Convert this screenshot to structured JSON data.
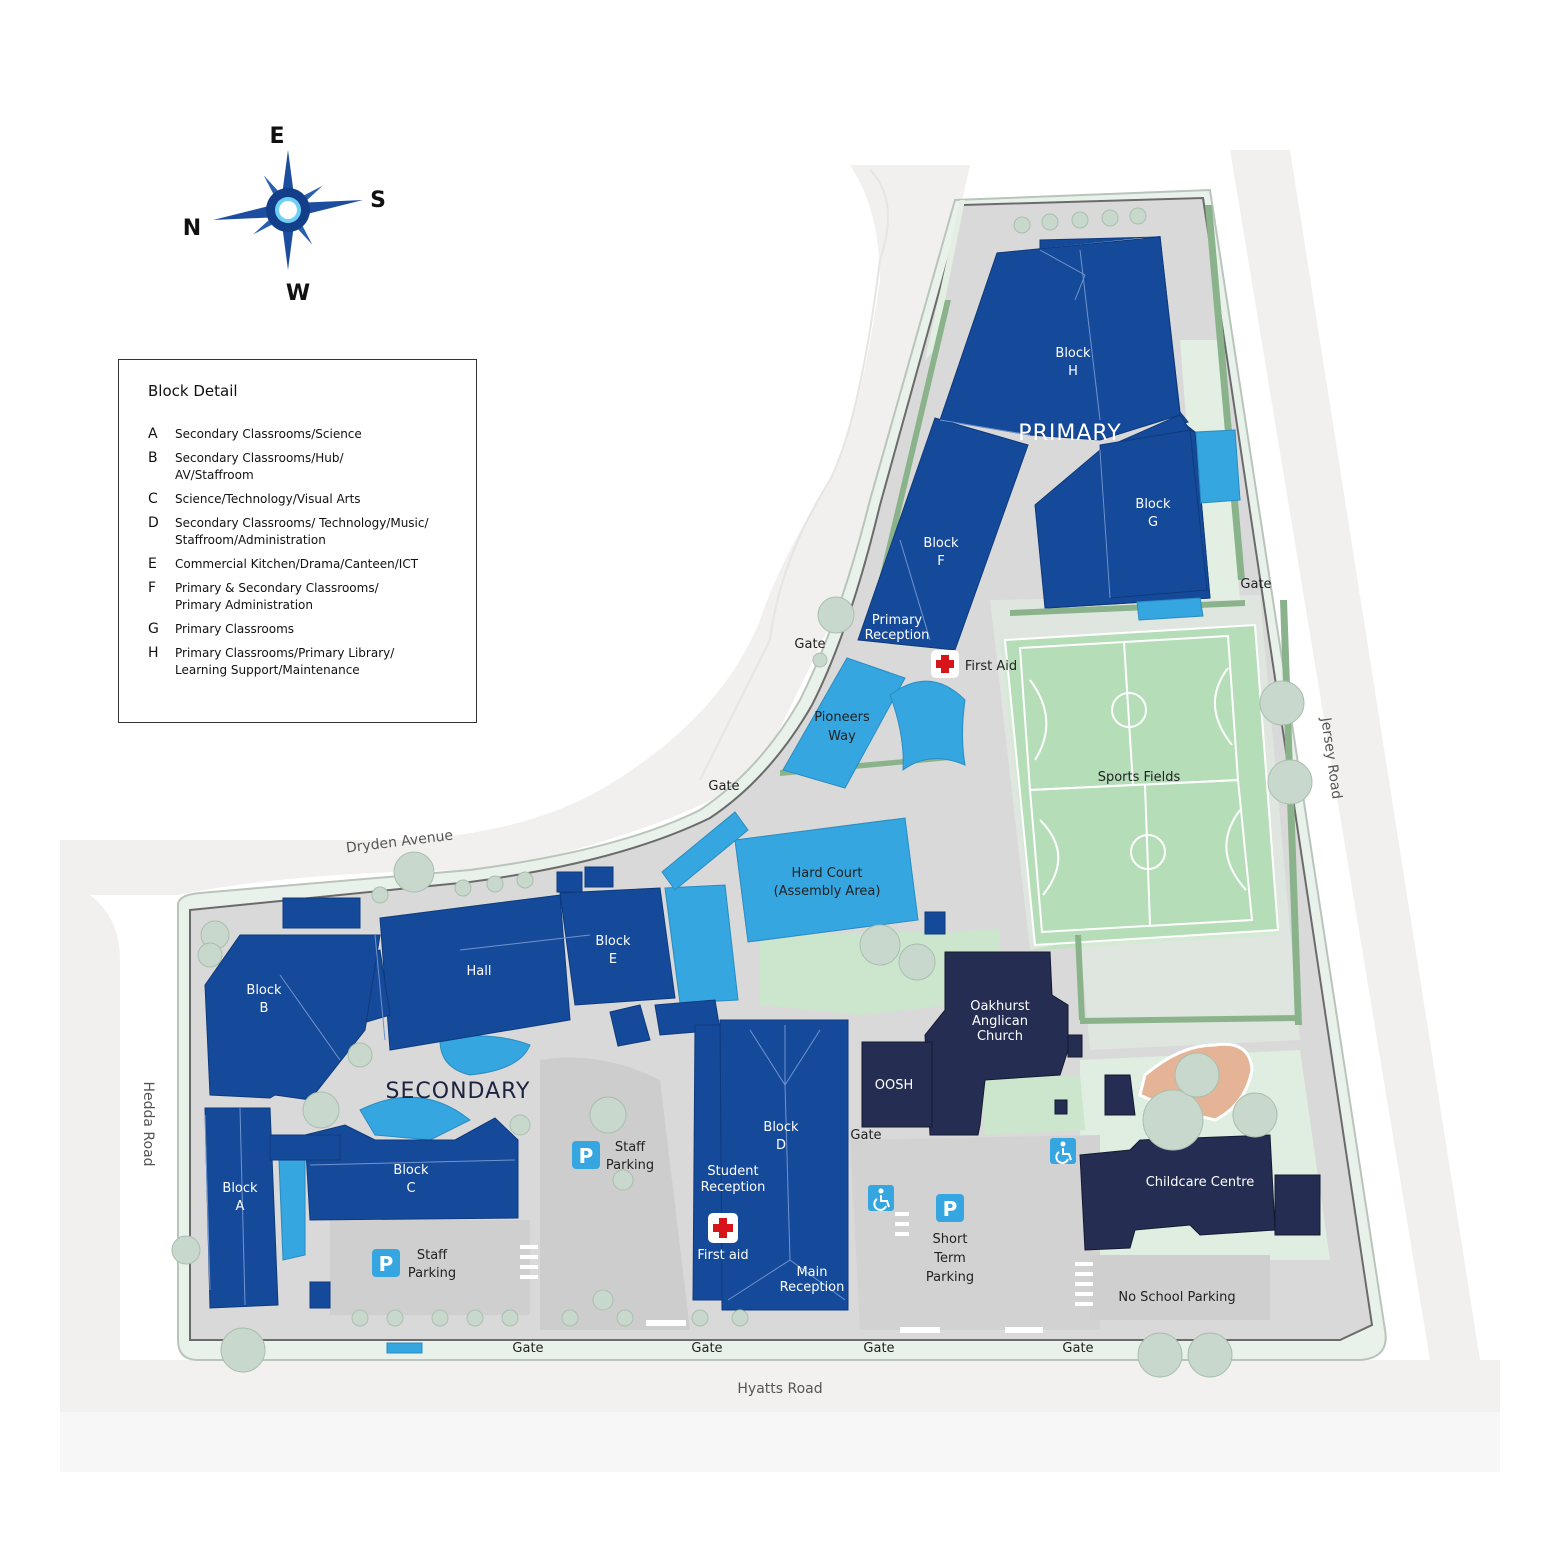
{
  "compass": {
    "north": "N",
    "east": "E",
    "south": "S",
    "west": "W"
  },
  "legend": {
    "title": "Block Detail",
    "items": [
      {
        "key": "A",
        "desc": "Secondary Classrooms/Science"
      },
      {
        "key": "B",
        "desc": "Secondary Classrooms/Hub/\nAV/Staffroom"
      },
      {
        "key": "C",
        "desc": "Science/Technology/Visual Arts"
      },
      {
        "key": "D",
        "desc": "Secondary Classrooms/ Technology/Music/\nStaffroom/Administration"
      },
      {
        "key": "E",
        "desc": "Commercial Kitchen/Drama/Canteen/ICT"
      },
      {
        "key": "F",
        "desc": "Primary & Secondary Classrooms/\nPrimary Administration"
      },
      {
        "key": "G",
        "desc": "Primary Classrooms"
      },
      {
        "key": "H",
        "desc": "Primary Classrooms/Primary Library/\nLearning Support/Maintenance"
      }
    ]
  },
  "roads": {
    "dryden": "Dryden Avenue",
    "hedda": "Hedda Road",
    "hyatts": "Hyatts Road",
    "jersey": "Jersey Road"
  },
  "zones": {
    "primary": "PRIMARY",
    "secondary": "SECONDARY"
  },
  "blocks": {
    "h": [
      "Block",
      "H"
    ],
    "g": [
      "Block",
      "G"
    ],
    "f": [
      "Block",
      "F"
    ],
    "e": [
      "Block",
      "E"
    ],
    "b": [
      "Block",
      "B"
    ],
    "a": [
      "Block",
      "A"
    ],
    "c": [
      "Block",
      "C"
    ],
    "d": [
      "Block",
      "D"
    ]
  },
  "places": {
    "hall": "Hall",
    "primary_reception": [
      "Primary",
      "Reception"
    ],
    "pioneers_way": [
      "Pioneers",
      "Way"
    ],
    "hard_court": [
      "Hard Court",
      "(Assembly Area)"
    ],
    "sports_fields": "Sports Fields",
    "church": [
      "Oakhurst",
      "Anglican",
      "Church"
    ],
    "oosh": "OOSH",
    "childcare": "Childcare Centre",
    "student_reception": [
      "Student",
      "Reception"
    ],
    "main_reception": [
      "Main",
      "Reception"
    ],
    "staff_parking_1": [
      "Staff",
      "Parking"
    ],
    "staff_parking_2": [
      "Staff",
      "Parking"
    ],
    "short_term_parking": [
      "Short",
      "Term",
      "Parking"
    ],
    "no_school_parking": "No School Parking"
  },
  "first_aid": {
    "primary": "First Aid",
    "secondary": "First aid"
  },
  "parking_symbol": "P",
  "gates": {
    "g1": "Gate",
    "g2": "Gate",
    "g3": "Gate",
    "g4": "Gate",
    "g5": "Gate",
    "g6": "Gate",
    "g7": "Gate",
    "g8": "Gate"
  },
  "colors": {
    "building_primary": "#154a9a",
    "building_light": "#35a6e0",
    "building_dark": "#252e52",
    "grass": "#cfe8cf",
    "paving": "#d9d9d9",
    "road": "#f1f0ee",
    "first_aid": "#d7141a"
  }
}
